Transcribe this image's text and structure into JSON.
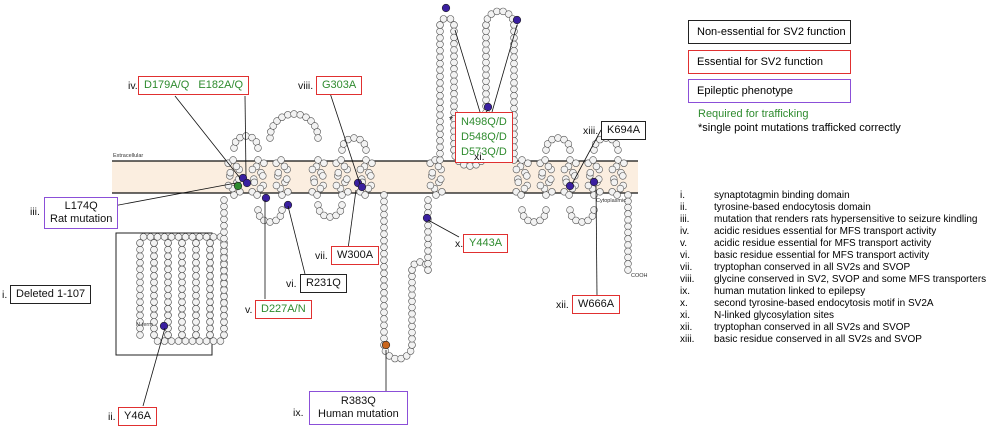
{
  "membrane": {
    "extracellular": "Extracellular",
    "cytoplasmic": "Cytoplasmic",
    "n_term": "N-term",
    "c_term": "COOH"
  },
  "legend": {
    "non_essential": "Non-essential for SV2 function",
    "essential": "Essential for SV2 function",
    "epileptic": "Epileptic phenotype",
    "trafficking": "Required for trafficking",
    "single_point": "*single point mutations trafficked correctly"
  },
  "callouts": {
    "iv": {
      "num": "iv.",
      "a": "D179A/Q",
      "b": "E182A/Q"
    },
    "viii": {
      "num": "viii.",
      "text": "G303A"
    },
    "xi": {
      "num": "xi.",
      "star": "*",
      "lines": [
        "N498Q/D",
        "D548Q/D",
        "D573Q/D"
      ]
    },
    "xiii": {
      "num": "xiii.",
      "text": "K694A"
    },
    "iii": {
      "num": "iii.",
      "line1": "L174Q",
      "line2": "Rat mutation"
    },
    "vii": {
      "num": "vii.",
      "text": "W300A"
    },
    "vi": {
      "num": "vi.",
      "text": "R231Q"
    },
    "x": {
      "num": "x.",
      "text": "Y443A"
    },
    "i": {
      "num": "i.",
      "text": "Deleted 1-107"
    },
    "v": {
      "num": "v.",
      "text": "D227A/N"
    },
    "xii": {
      "num": "xii.",
      "text": "W666A"
    },
    "ii": {
      "num": "ii.",
      "text": "Y46A"
    },
    "ix": {
      "num": "ix.",
      "line1": "R383Q",
      "line2": "Human mutation"
    }
  },
  "key": [
    {
      "num": "i.",
      "text": "synaptotagmin binding domain"
    },
    {
      "num": "ii.",
      "text": "tyrosine-based endocytosis domain"
    },
    {
      "num": "iii.",
      "text": "mutation that renders rats hypersensitive to seizure kindling"
    },
    {
      "num": "iv.",
      "text": "acidic residues essential  for MFS transport activity"
    },
    {
      "num": "v.",
      "text": "acidic residue essential  for MFS transport activity"
    },
    {
      "num": "vi.",
      "text": "basic residue essential for MFS transport activity"
    },
    {
      "num": "vii.",
      "text": "tryptophan conserved in all SV2s and SVOP"
    },
    {
      "num": "viii.",
      "text": "glycine conserved in SV2, SVOP and some MFS transporters"
    },
    {
      "num": "ix.",
      "text": "human mutation linked to epilepsy"
    },
    {
      "num": "x.",
      "text": "second tyrosine-based endocytosis motif in SV2A"
    },
    {
      "num": "xi.",
      "text": "N-linked glycosylation sites"
    },
    {
      "num": "xii.",
      "text": "tryptophan conserved in all SV2s and SVOP"
    },
    {
      "num": "xiii.",
      "text": "basic residue conserved in all SV2s and SVOP"
    }
  ],
  "colors": {
    "membrane": "#fbeee0",
    "residue_fill": "#f2f2f2",
    "residue_stroke": "#555",
    "purple": "#3a1fa0",
    "green": "#2e8b2e",
    "orange": "#c9651c"
  }
}
